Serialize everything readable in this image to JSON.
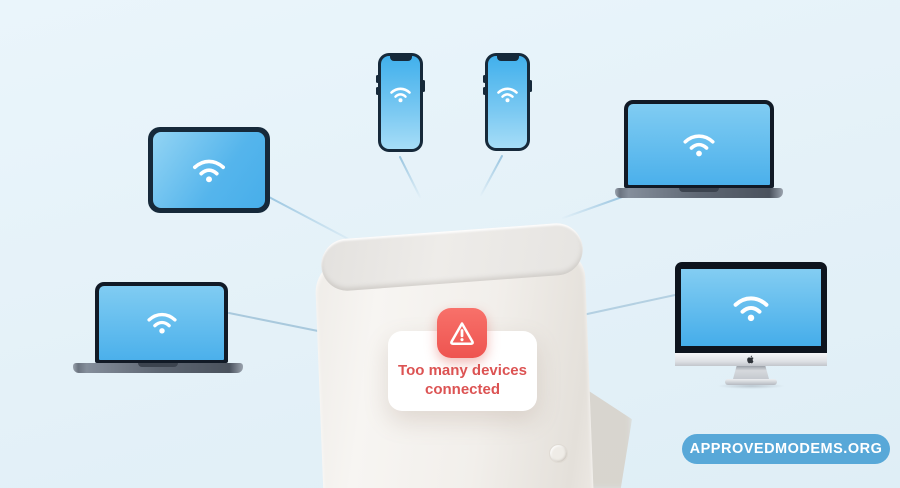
{
  "warning_card": {
    "message": "Too many devices connected",
    "icon": "warning-triangle-icon",
    "icon_color": "#EE5450",
    "text_color": "#DC5353"
  },
  "badge": {
    "label": "APPROVEDMODEMS.ORG",
    "background": "#58A8D8",
    "text_color": "#FFFFFF"
  },
  "router": {
    "name": "wifi-router",
    "body_color": "#F2EFEB",
    "connections": 6
  },
  "devices": [
    {
      "name": "tablet",
      "screen_icon": "wifi-icon"
    },
    {
      "name": "smartphone-1",
      "screen_icon": "wifi-icon"
    },
    {
      "name": "smartphone-2",
      "screen_icon": "wifi-icon"
    },
    {
      "name": "macbook-top-right",
      "screen_icon": "wifi-icon"
    },
    {
      "name": "macbook-left",
      "screen_icon": "wifi-icon"
    },
    {
      "name": "imac",
      "screen_icon": "wifi-icon"
    }
  ],
  "colors": {
    "background": "#E4F1F8",
    "device_frame": "#16293A",
    "screen_blue_light": "#8FD2F3",
    "screen_blue_deep": "#47AEEA",
    "connection_line": "#9FC2D8"
  }
}
